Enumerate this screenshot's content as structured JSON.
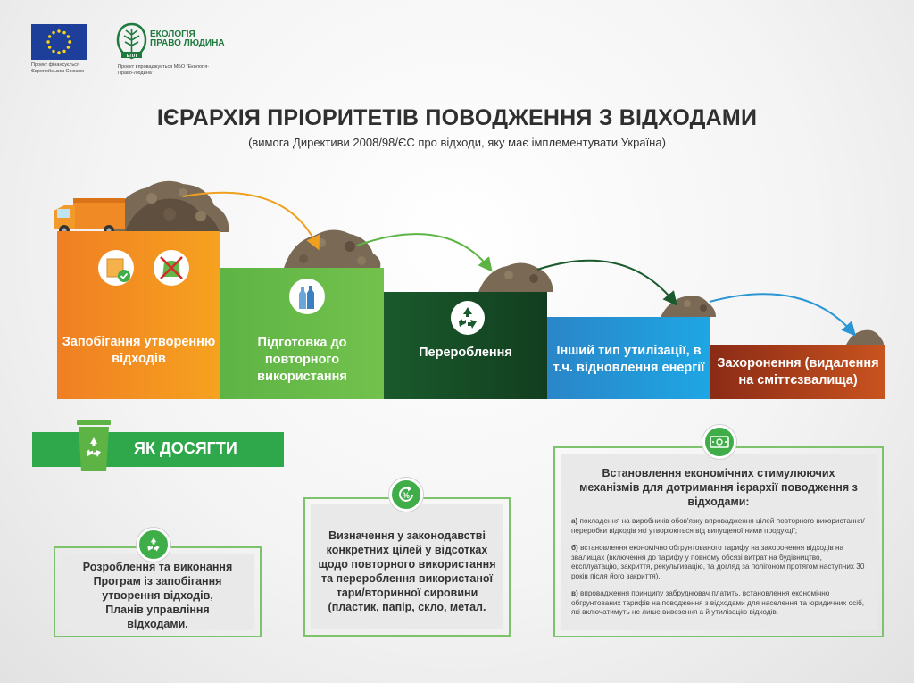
{
  "header": {
    "eu_caption": "Проект фінансується Європейським Союзом",
    "epl_name_line1": "ЕКОЛОГІЯ",
    "epl_name_line2": "ПРАВО ЛЮДИНА",
    "epl_badge": "ЕПЛ",
    "epl_caption": "Проект впроваджується МБО \"Екологія-Право-Людина\""
  },
  "title": "ІЄРАРХІЯ ПРІОРИТЕТІВ ПОВОДЖЕННЯ З ВІДХОДАМИ",
  "subtitle": "(вимога Директиви 2008/98/ЄС про відходи, яку має імплементувати Україна)",
  "steps": [
    {
      "label": "Запобігання утворенню відходів",
      "color": "#f28c22",
      "icons": [
        "box-check-icon",
        "no-plastic-bag-icon"
      ]
    },
    {
      "label": "Підготовка до повторного використання",
      "color": "#66b947",
      "icons": [
        "bottles-icon"
      ]
    },
    {
      "label": "Перероблення",
      "color": "#17492a",
      "icons": [
        "recycle-icon"
      ]
    },
    {
      "label": "Інший тип утилізації, в т.ч. відновлення енергії",
      "color": "#239bd8"
    },
    {
      "label": "Захоронення (видалення на сміттєзвалища)",
      "color": "#a83c1a"
    }
  ],
  "how_to": {
    "label": "ЯК ДОСЯГТИ",
    "icon": "recycle-bin-icon"
  },
  "boxes": [
    {
      "icon": "recycle-icon",
      "text": "Розроблення та виконання Програм  із запобігання утворення відходів, Планів управління відходами."
    },
    {
      "icon": "percent-cycle-icon",
      "text": "Визначення у законодавстві конкретних цілей у відсотках щодо повторного використання та перероблення використаної тари/вторинної сировини (пластик, папір, скло, метал."
    },
    {
      "icon": "money-icon",
      "title": "Встановлення економічних стимулюючих механізмів для дотримання ієрархії поводження з відходами:",
      "items": [
        {
          "marker": "а)",
          "text": " покладення на виробників обов'язку впровадження цілей повторного використання/переробки відходів які утворюються від випущеної ними продукції;"
        },
        {
          "marker": "б)",
          "text": " встановлення економічно обгрунтованого тарифу на захоронення відходів на звалищах   (включення до тарифу у повному обсязі витрат на будівництво, експлуатацію, закриття, рекультивацію, та догляд за полігоном протягом наступних 30 років після його закриття)."
        },
        {
          "marker": "в)",
          "text": "  впровадження принципу забруднювач платить, встановлення економічно обгрунтованих тарифів на поводження з відходами для населення та юридичних осіб, які включатимуть не лише вивезення а й утилізацію відходів."
        }
      ]
    }
  ],
  "colors": {
    "accent_green": "#2ea84a",
    "box_border": "#7cc36b"
  }
}
